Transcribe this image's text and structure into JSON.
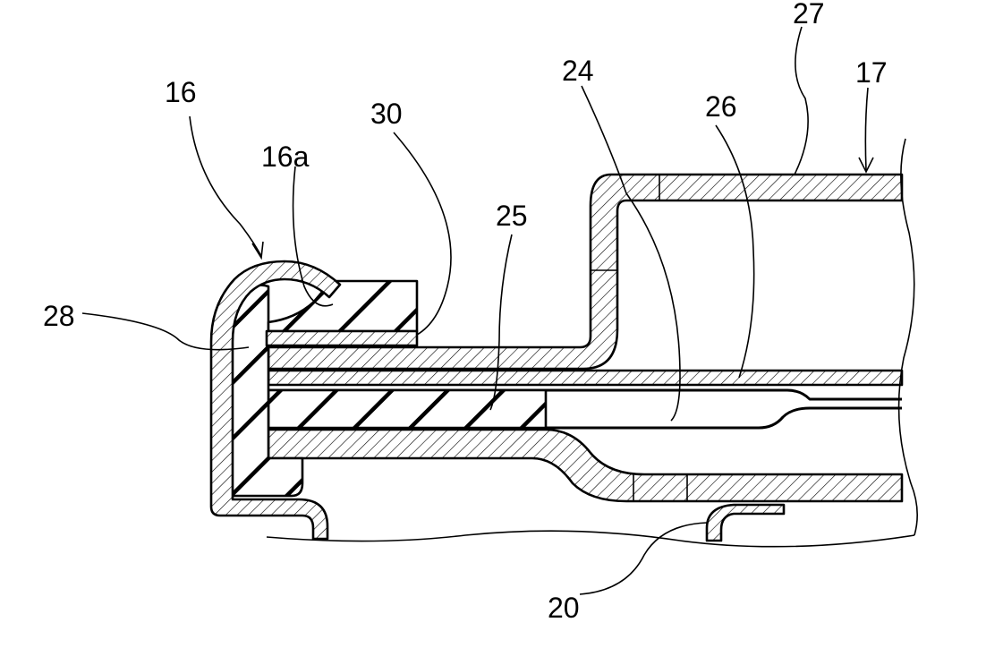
{
  "labels": {
    "l16": "16",
    "l16a": "16a",
    "l30": "30",
    "l24": "24",
    "l27": "27",
    "l17": "17",
    "l26": "26",
    "l25": "25",
    "l28": "28",
    "l20": "20"
  }
}
